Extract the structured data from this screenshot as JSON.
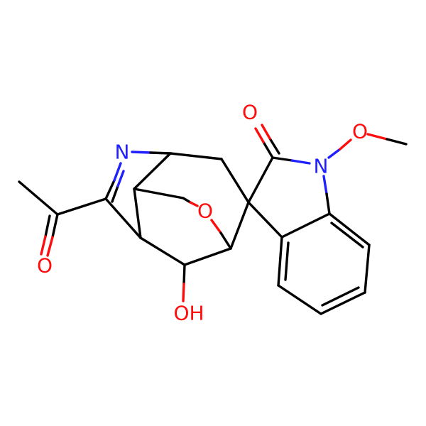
{
  "colors": {
    "background": "#ffffff",
    "carbon_bond": "#000000",
    "oxygen": "#ff0d0d",
    "nitrogen": "#2020ff"
  },
  "atoms": {
    "carbonyl_o_acetyl": {
      "text": "O",
      "element": "O"
    },
    "imine_n": {
      "text": "N",
      "element": "N"
    },
    "ether_o": {
      "text": "O",
      "element": "O"
    },
    "hydroxyl": {
      "text": "OH",
      "element": "O"
    },
    "lactam_o": {
      "text": "O",
      "element": "O"
    },
    "lactam_n": {
      "text": "N",
      "element": "N"
    },
    "methoxy_o": {
      "text": "O",
      "element": "O"
    }
  }
}
